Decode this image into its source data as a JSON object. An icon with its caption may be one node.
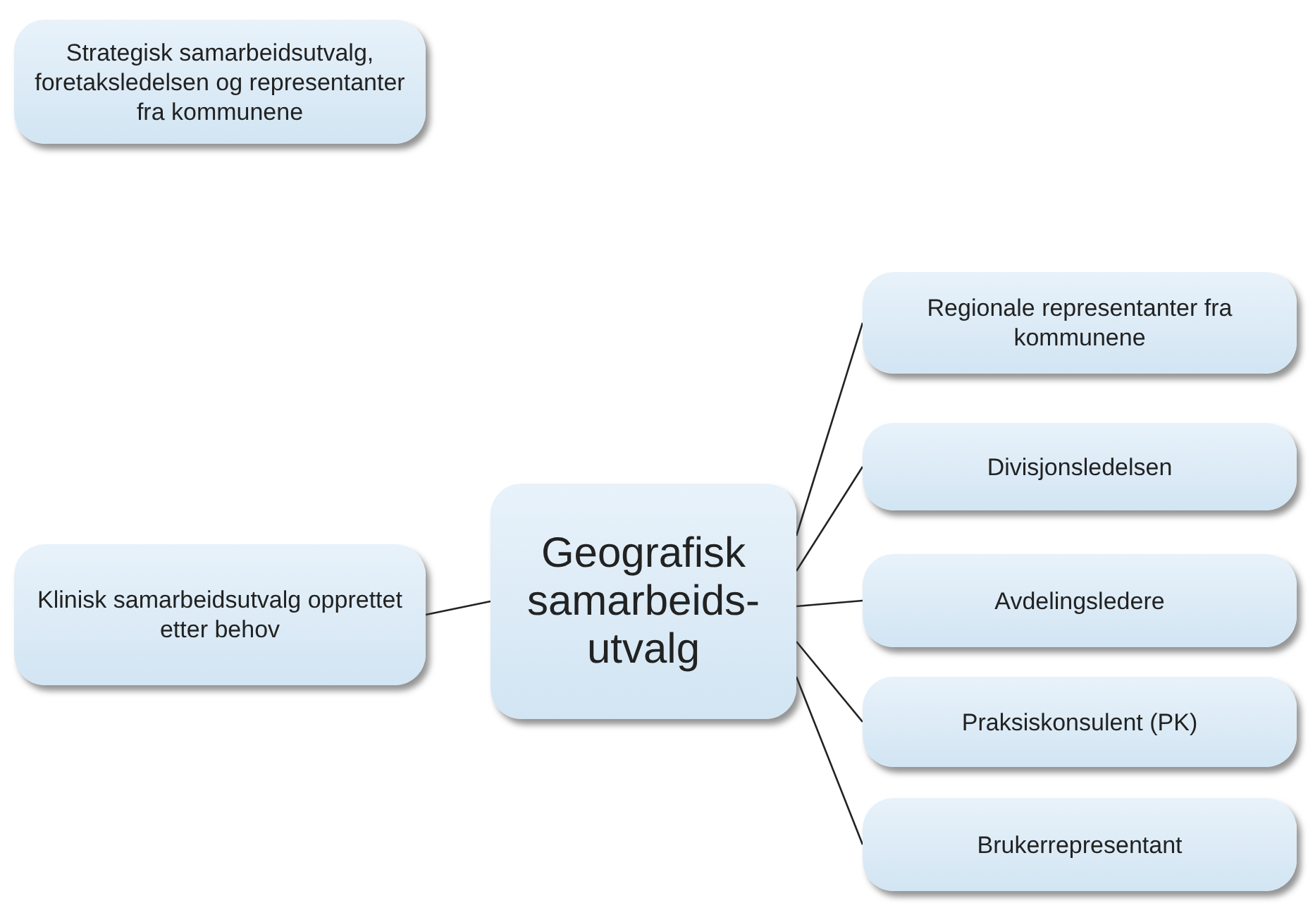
{
  "diagram": {
    "nodes": [
      {
        "text": [
          "Strategisk samarbeidsutvalg, foretaksledelsen og representanter fra kommunene"
        ]
      },
      {
        "text": [
          "Klinisk samarbeidsutvalg opprettet etter behov"
        ]
      },
      {
        "text": [
          "Geografisk samarbeids- utvalg"
        ]
      },
      {
        "text": [
          "Regionale representanter fra kommunene"
        ]
      },
      {
        "text": [
          "Divisjonsledelsen"
        ]
      },
      {
        "text": [
          "Avdelingsledere"
        ]
      },
      {
        "text": [
          "Praksiskonsulent (PK)"
        ]
      },
      {
        "text": [
          "Brukerrepresentant"
        ]
      }
    ],
    "edges": [
      {
        "from": 1,
        "to": 2,
        "arrow": "none"
      },
      {
        "from": 2,
        "to": 3,
        "arrow": "none"
      },
      {
        "from": 2,
        "to": 4,
        "arrow": "none"
      },
      {
        "from": 2,
        "to": 5,
        "arrow": "none"
      },
      {
        "from": 2,
        "to": 6,
        "arrow": "none"
      },
      {
        "from": 2,
        "to": 7,
        "arrow": "none"
      }
    ]
  }
}
